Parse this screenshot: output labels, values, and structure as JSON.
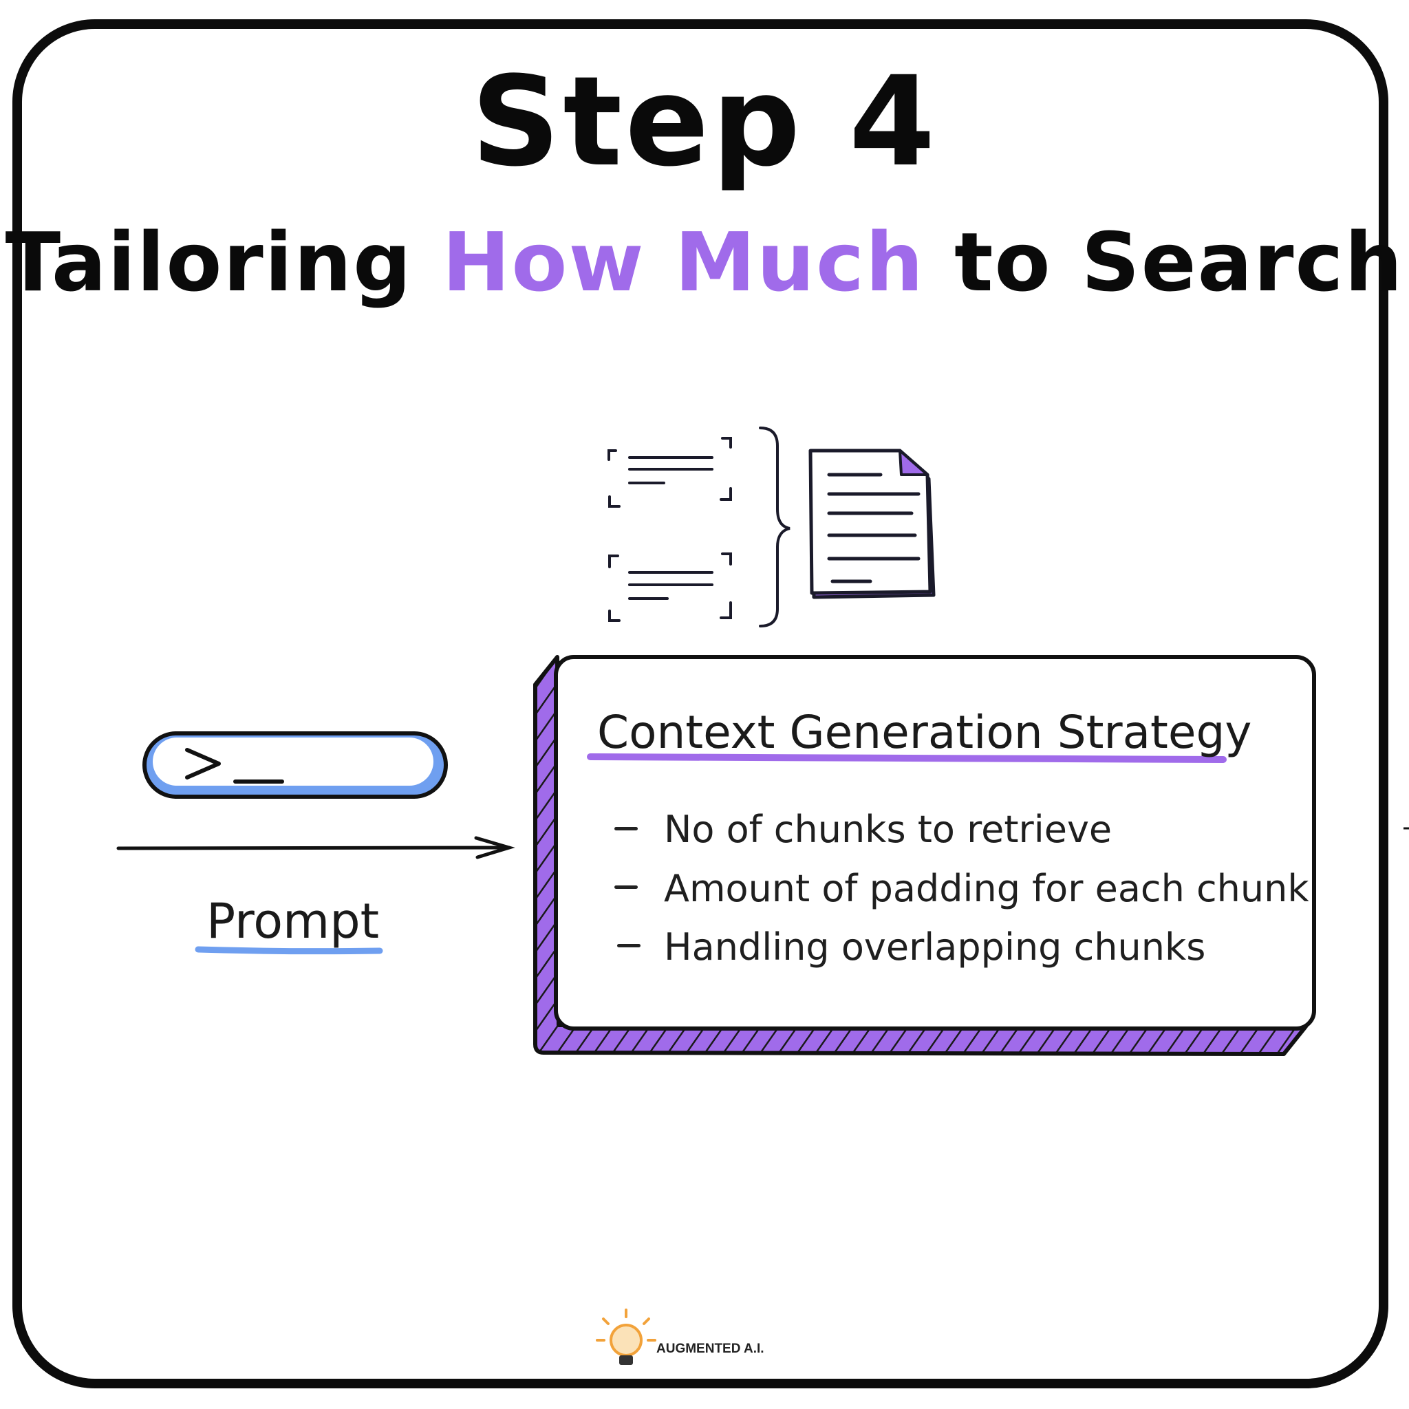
{
  "title": "Step 4",
  "subtitle": {
    "part1": "Tailoring",
    "highlight": "How Much",
    "part2": "to Search"
  },
  "prompt": {
    "label": "Prompt",
    "terminal_glyph": ">_"
  },
  "strategy_box": {
    "heading": "Context Generation Strategy",
    "items": [
      "No of chunks to retrieve",
      "Amount of padding for each chunk",
      "Handling overlapping chunks"
    ]
  },
  "icons": {
    "chunks": "text-chunk-icon",
    "document": "document-icon",
    "brace": "curly-brace-icon",
    "terminal": "terminal-prompt-icon",
    "arrow": "arrow-right-icon",
    "logo": "lightbulb-logo-icon"
  },
  "brand": {
    "name": "AUGMENTED A.I."
  },
  "colors": {
    "accent_purple": "#a06bea",
    "accent_blue": "#6f9ff0",
    "ink": "#0a0a0a",
    "logo_orange": "#f2a23a"
  }
}
